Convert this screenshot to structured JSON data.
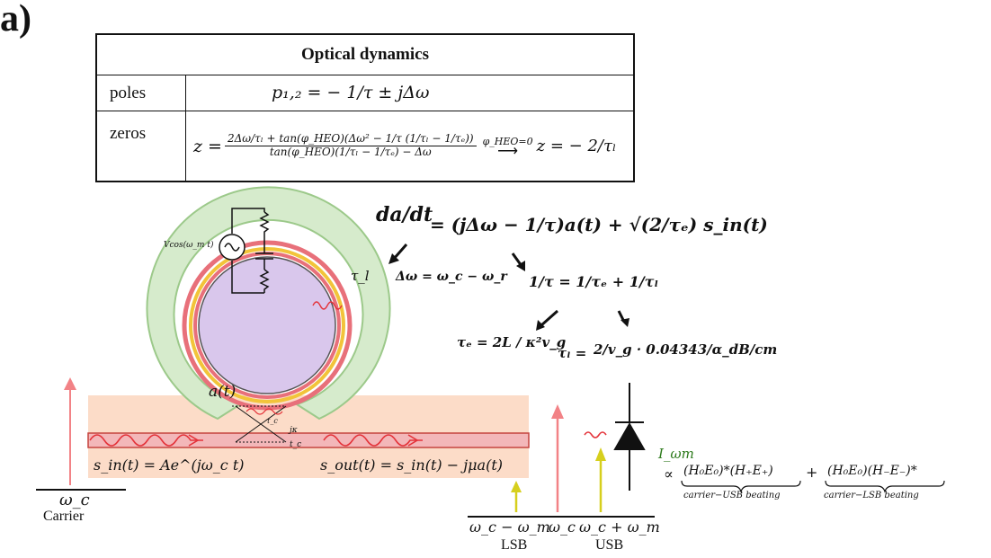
{
  "panel_label": "a)",
  "table": {
    "title": "Optical dynamics",
    "poles_label": "poles",
    "poles_eq": "p₁,₂ = − 1/τ ± jΔω",
    "zeros_label": "zeros",
    "zeros_lhs": "z =",
    "zeros_num": "2Δω/τₗ + tan(φ_HEO)(Δω² − 1/τ (1/τₗ − 1/τₑ))",
    "zeros_den": "tan(φ_HEO)(1/τₗ − 1/τₑ) − Δω",
    "zeros_arrow_cond": "φ_HEO=0",
    "zeros_rhs": "z = − 2/τₗ"
  },
  "equations": {
    "main_lhs": "da/dt",
    "main_rhs": "= (jΔω − 1/τ)a(t) + √(2/τₑ) s_in(t)",
    "delta_omega": "Δω = ω_c − ω_r",
    "tau_total": "1/τ = 1/τₑ + 1/τₗ",
    "tau_e": "τₑ = 2L / κ²v_g",
    "tau_l_lhs": "τₗ =",
    "tau_l_rhs": "2/v_g · 0.04343/α_dB/cm"
  },
  "ring": {
    "source_label": "Vcos(ω_m t)",
    "a_label": "a(t)",
    "tau_l_label": "τ_l",
    "jk_label": "jκ",
    "tc_label": "t_c",
    "tau_c_label": "τ_c"
  },
  "waveguide": {
    "sin_label": "s_in(t) = Ae^(jω_c t)",
    "sout_label": "s_out(t) = s_in(t) − jμa(t)"
  },
  "spectrum_left": {
    "omega_label": "ω_c",
    "carrier_label": "Carrier"
  },
  "spectrum_right": {
    "lsb_freq": "ω_c − ω_m",
    "carrier_freq": "ω_c",
    "usb_freq": "ω_c + ω_m",
    "lsb_label": "LSB",
    "usb_label": "USB"
  },
  "detector": {
    "current_label": "I_ωm",
    "proportional": "∝",
    "term1": "(H₀E₀)*(H₊E₊)",
    "term1_caption": "carrier−USB beating",
    "plus": "+",
    "term2": "(H₀E₀)(H₋E₋)*",
    "term2_caption": "carrier−LSB beating"
  },
  "colors": {
    "ring_outer_fill": "#d6ebcc",
    "ring_outer_stroke": "#9cc98a",
    "ring_inner_fill": "#d9c7ec",
    "ring_red": "#e8707a",
    "ring_yellow": "#f2c43a",
    "waveguide_bg": "#fcdcc8",
    "waveguide_core": "#f3b7b9",
    "carrier_arrow": "#f28286",
    "sideband_arrow": "#d6cf1d",
    "wave_red": "#e4333a"
  }
}
